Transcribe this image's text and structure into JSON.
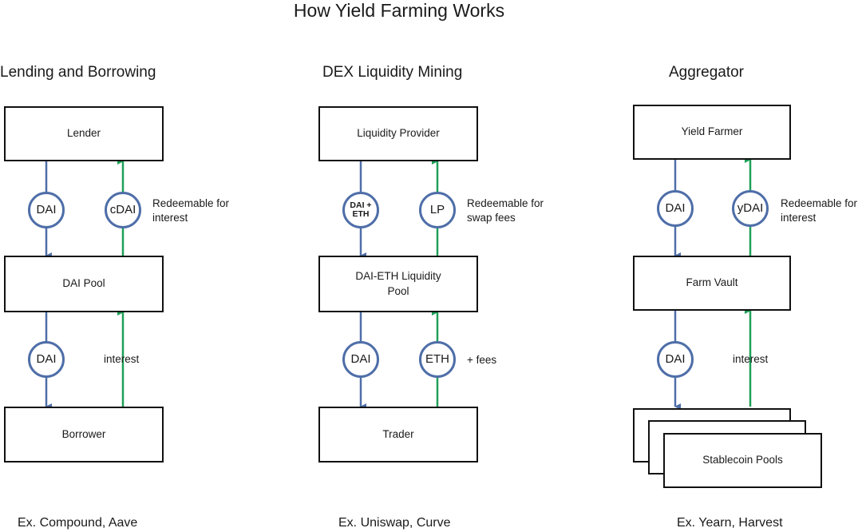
{
  "title": "How Yield Farming Works",
  "columns": [
    {
      "heading": "Lending and Borrowing",
      "top_box": "Lender",
      "mid_box": "DAI Pool",
      "bottom_box": "Borrower",
      "upper_left_token": "DAI",
      "upper_right_token": "cDAI",
      "upper_note": "Redeemable for interest",
      "lower_left_token": "DAI",
      "lower_right_label": "interest",
      "example": "Ex. Compound, Aave"
    },
    {
      "heading": "DEX Liquidity Mining",
      "top_box": "Liquidity Provider",
      "mid_box": "DAI-ETH Liquidity Pool",
      "bottom_box": "Trader",
      "upper_left_token": "DAI + ETH",
      "upper_right_token": "LP",
      "upper_note": "Redeemable for swap fees",
      "lower_left_token": "DAI",
      "lower_right_token": "ETH",
      "lower_note": "+ fees",
      "example": "Ex. Uniswap, Curve"
    },
    {
      "heading": "Aggregator",
      "top_box": "Yield Farmer",
      "mid_box": "Farm Vault",
      "bottom_box": "Stablecoin Pools",
      "upper_left_token": "DAI",
      "upper_right_token": "yDAI",
      "upper_note": "Redeemable for interest",
      "lower_left_token": "DAI",
      "lower_right_label": "interest",
      "example": "Ex. Yearn, Harvest"
    }
  ],
  "colors": {
    "down_arrow": "#4e6ea8",
    "up_arrow": "#1fa058",
    "box_border": "#111111"
  }
}
